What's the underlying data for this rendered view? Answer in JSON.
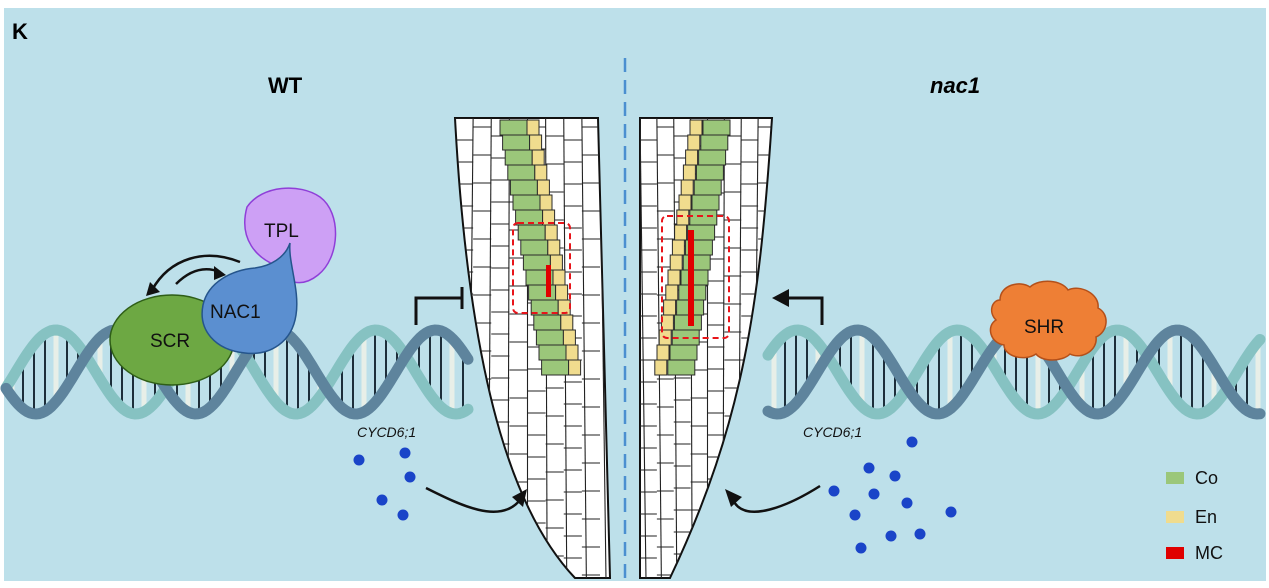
{
  "panel_letter": "K",
  "left": {
    "title": "WT",
    "proteins": {
      "scr": "SCR",
      "nac1": "NAC1",
      "tpl": "TPL"
    },
    "gene": "CYCD6;1",
    "regulation": "repression"
  },
  "right": {
    "title": "nac1",
    "proteins": {
      "shr": "SHR"
    },
    "gene": "CYCD6;1",
    "regulation": "activation"
  },
  "legend": [
    {
      "key": "co",
      "label": "Co",
      "color": "#9bc77a"
    },
    {
      "key": "en",
      "label": "En",
      "color": "#f0dc8e"
    },
    {
      "key": "mc",
      "label": "MC",
      "color": "#e00000"
    }
  ],
  "colors": {
    "background": "#bde0ea",
    "scr": "#6da843",
    "nac1": "#5b8fd0",
    "tpl": "#cda0f5",
    "shr": "#ee7f35",
    "dots": "#1a44c8",
    "dna_dark": "#5e849d",
    "dna_light": "#86c2c2",
    "divider": "#4b8fd0",
    "highlight_box": "#e8141a"
  }
}
